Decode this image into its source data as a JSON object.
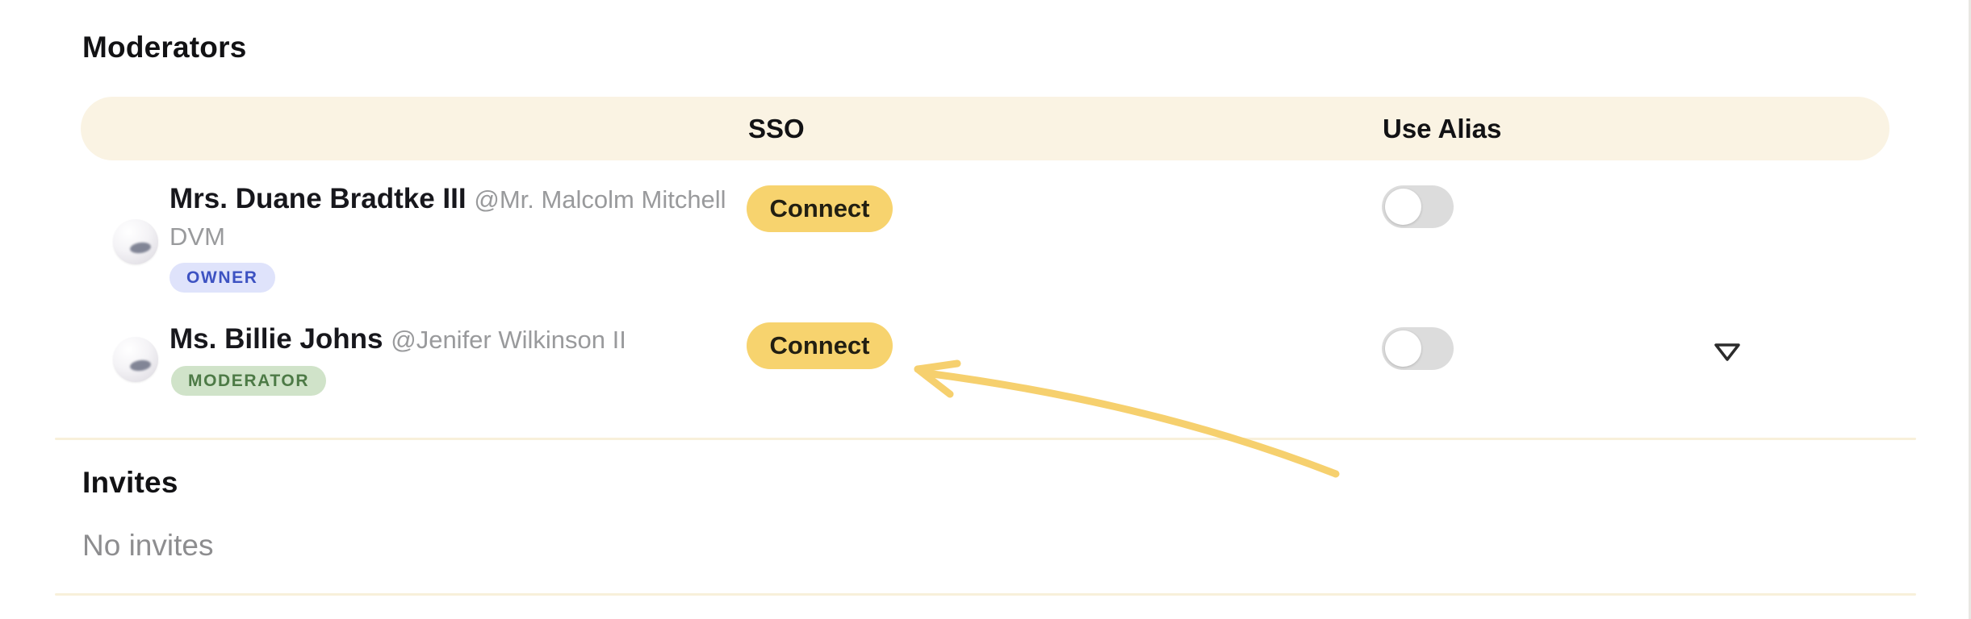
{
  "sections": {
    "moderators_title": "Moderators",
    "invites_title": "Invites",
    "no_invites_text": "No invites"
  },
  "table": {
    "headers": {
      "sso": "SSO",
      "use_alias": "Use Alias"
    },
    "rows": [
      {
        "name": "Mrs. Duane Bradtke III",
        "handle": "@Mr. Malcolm Mitchell DVM",
        "role": "OWNER",
        "sso_button": "Connect",
        "use_alias_on": false
      },
      {
        "name": "Ms. Billie Johns",
        "handle": "@Jenifer Wilkinson II",
        "role": "MODERATOR",
        "sso_button": "Connect",
        "use_alias_on": false
      }
    ]
  },
  "icons": {
    "row_2_menu": "dropdown-caret-icon",
    "annotation": "hand-drawn-arrow pointing at second Connect button"
  },
  "colors": {
    "header_band": "#faf3e3",
    "connect_button": "#f7d36e",
    "owner_badge_bg": "#dfe3fb",
    "owner_badge_text": "#3d52c2",
    "moderator_badge_bg": "#d0e3c9",
    "moderator_badge_text": "#4d7a46",
    "toggle_track": "#dcdcdc",
    "annotation_arrow": "#f6d06e",
    "divider": "#f8f0da",
    "muted_text": "#999a9c"
  }
}
